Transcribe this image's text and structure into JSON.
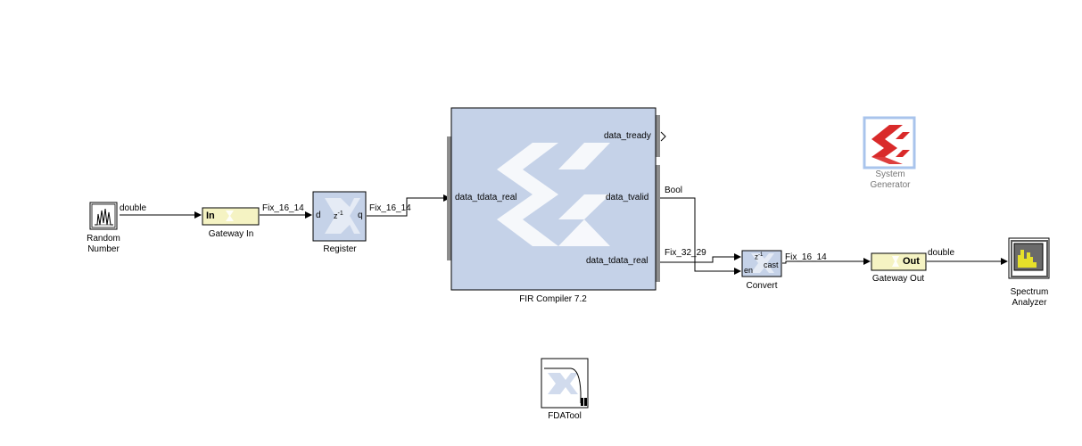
{
  "blocks": {
    "random_number": "Random\nNumber",
    "gateway_in": "Gateway In",
    "gateway_in_text": "In",
    "register": "Register",
    "register_d": "d",
    "register_q": "q",
    "fir": "FIR Compiler 7.2",
    "fir_in": "data_tdata_real",
    "fir_tready": "data_tready",
    "fir_tvalid": "data_tvalid",
    "fir_out": "data_tdata_real",
    "convert": "Convert",
    "convert_en": "en",
    "convert_cast": "cast",
    "gateway_out": "Gateway Out",
    "gateway_out_text": "Out",
    "spectrum": "Spectrum\nAnalyzer",
    "sysgen": "System\nGenerator",
    "fdatool": "FDATool"
  },
  "signals": {
    "s1": "double",
    "s2": "Fix_16_14",
    "s3": "Fix_16_14",
    "s4": "Bool",
    "s5": "Fix_32_29",
    "s6": "Fix_16_14",
    "s7": "double"
  },
  "colors": {
    "block_fill": "#c5d2e8",
    "gateway_fill": "#f5f3c3",
    "sysgen_red": "#d92a2a",
    "sysgen_border": "#a9c4ec"
  }
}
